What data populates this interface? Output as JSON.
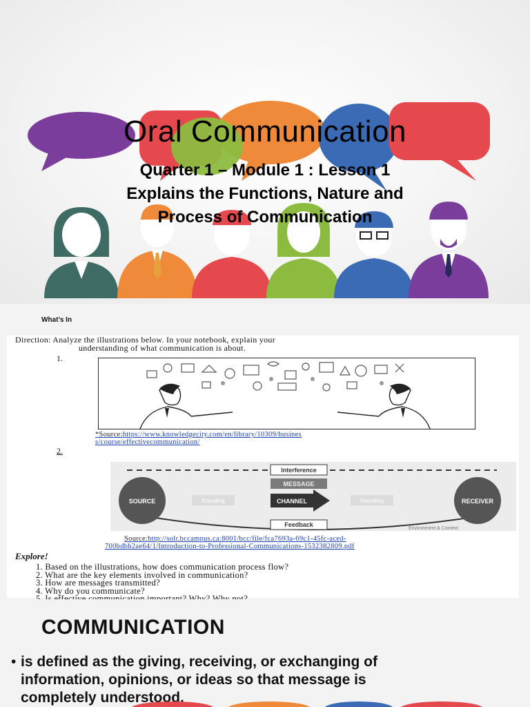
{
  "slide1": {
    "title": "Oral Communication",
    "subtitle_lines": [
      "Quarter 1 – Module 1 : Lesson 1",
      "Explains the Functions, Nature and",
      "Process of Communication"
    ],
    "colors": {
      "purple": "#7b3d9b",
      "red": "#e5484d",
      "orange": "#ee8a3a",
      "green": "#8dbb3f",
      "blue": "#3a6bb4",
      "teal": "#3e6b63"
    }
  },
  "slide2": {
    "heading": "What’s In",
    "direction_lines": [
      "Direction:  Analyze the illustrations below.  In your notebook, explain your",
      "understanding of what communication is about."
    ],
    "item1_number": "1.",
    "source1_label": "*Source:",
    "source1_lines": [
      "https://www.knowledgecity.com/en/library/10309/busines",
      "s/course/effectivecommunication/"
    ],
    "item2_number": "2.",
    "diagram": {
      "interference": "Interference",
      "message": "MESSAGE",
      "source": "SOURCE",
      "encoding": "Encoding",
      "channel": "CHANNEL",
      "decoding": "Decoding",
      "receiver": "RECEIVER",
      "feedback": "Feedback",
      "environment": "Environment & Context"
    },
    "source2_label": "Source:",
    "source2_lines": [
      "http://solr.bccampus.ca:8001/bcc/file/fca7693a-69c1-45fc-aced-",
      "700bdbb2ae64/1/Introduction-to-Professional-Communications-1532382809.pdf"
    ],
    "explore_label": "Explore!",
    "questions": [
      "1.  Based on the illustrations, how does communication process flow?",
      "2.  What are the key elements involved in communication?",
      "3.  How are messages transmitted?",
      "4.  Why do you communicate?",
      "5.  Is effective communication important?  Why?  Why not?"
    ]
  },
  "slide3": {
    "heading": "COMMUNICATION",
    "bullet_symbol": "•",
    "definition_lines": [
      "is defined as the giving, receiving, or exchanging of",
      "information, opinions, or ideas so that message is",
      "completely understood."
    ]
  }
}
